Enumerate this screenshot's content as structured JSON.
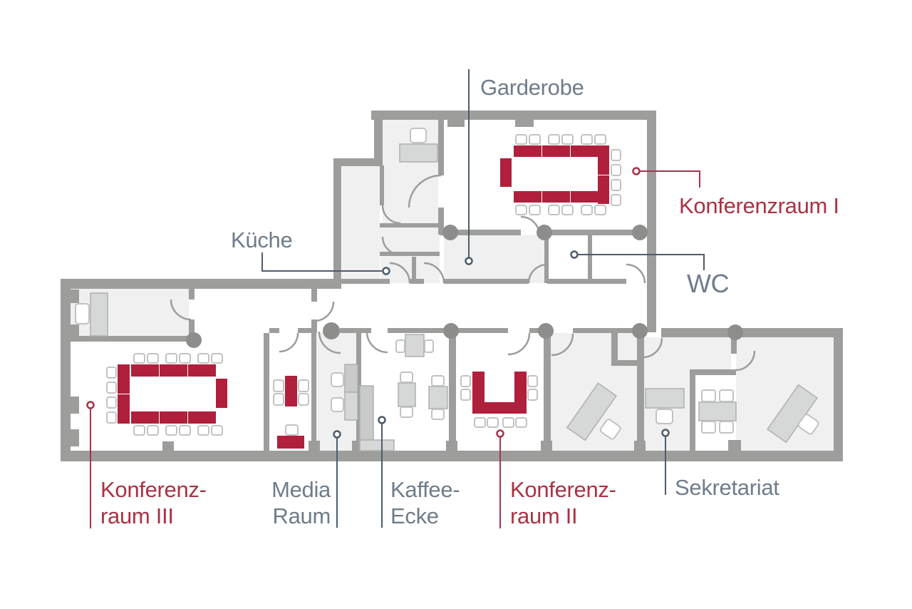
{
  "palette": {
    "wall": "#9d9d9c",
    "column": "#8d8d8c",
    "room": "#f0f0f1",
    "tableRed": "#b01f3b",
    "chairEdge": "#c2c2c1",
    "desk": "#d6d7d7",
    "deskDark": "#c9caca",
    "leadGray": "#4e5c6a",
    "leadRed": "#a8334a",
    "textGray": "#6f7c89",
    "textRed": "#ac3143"
  },
  "labels": {
    "garderobe": {
      "text": "Garderobe"
    },
    "kueche": {
      "text": "Küche"
    },
    "konferenzraum1": {
      "text": "Konferenzraum I"
    },
    "wc": {
      "text": "WC"
    },
    "konferenzraum3": {
      "line1": "Konferenz-",
      "line2": "raum III"
    },
    "media": {
      "line1": "Media",
      "line2": "Raum"
    },
    "kaffee": {
      "line1": "Kaffee-",
      "line2": "Ecke"
    },
    "konferenzraum2": {
      "line1": "Konferenz-",
      "line2": "raum II"
    },
    "sekretariat": {
      "text": "Sekretariat"
    }
  }
}
